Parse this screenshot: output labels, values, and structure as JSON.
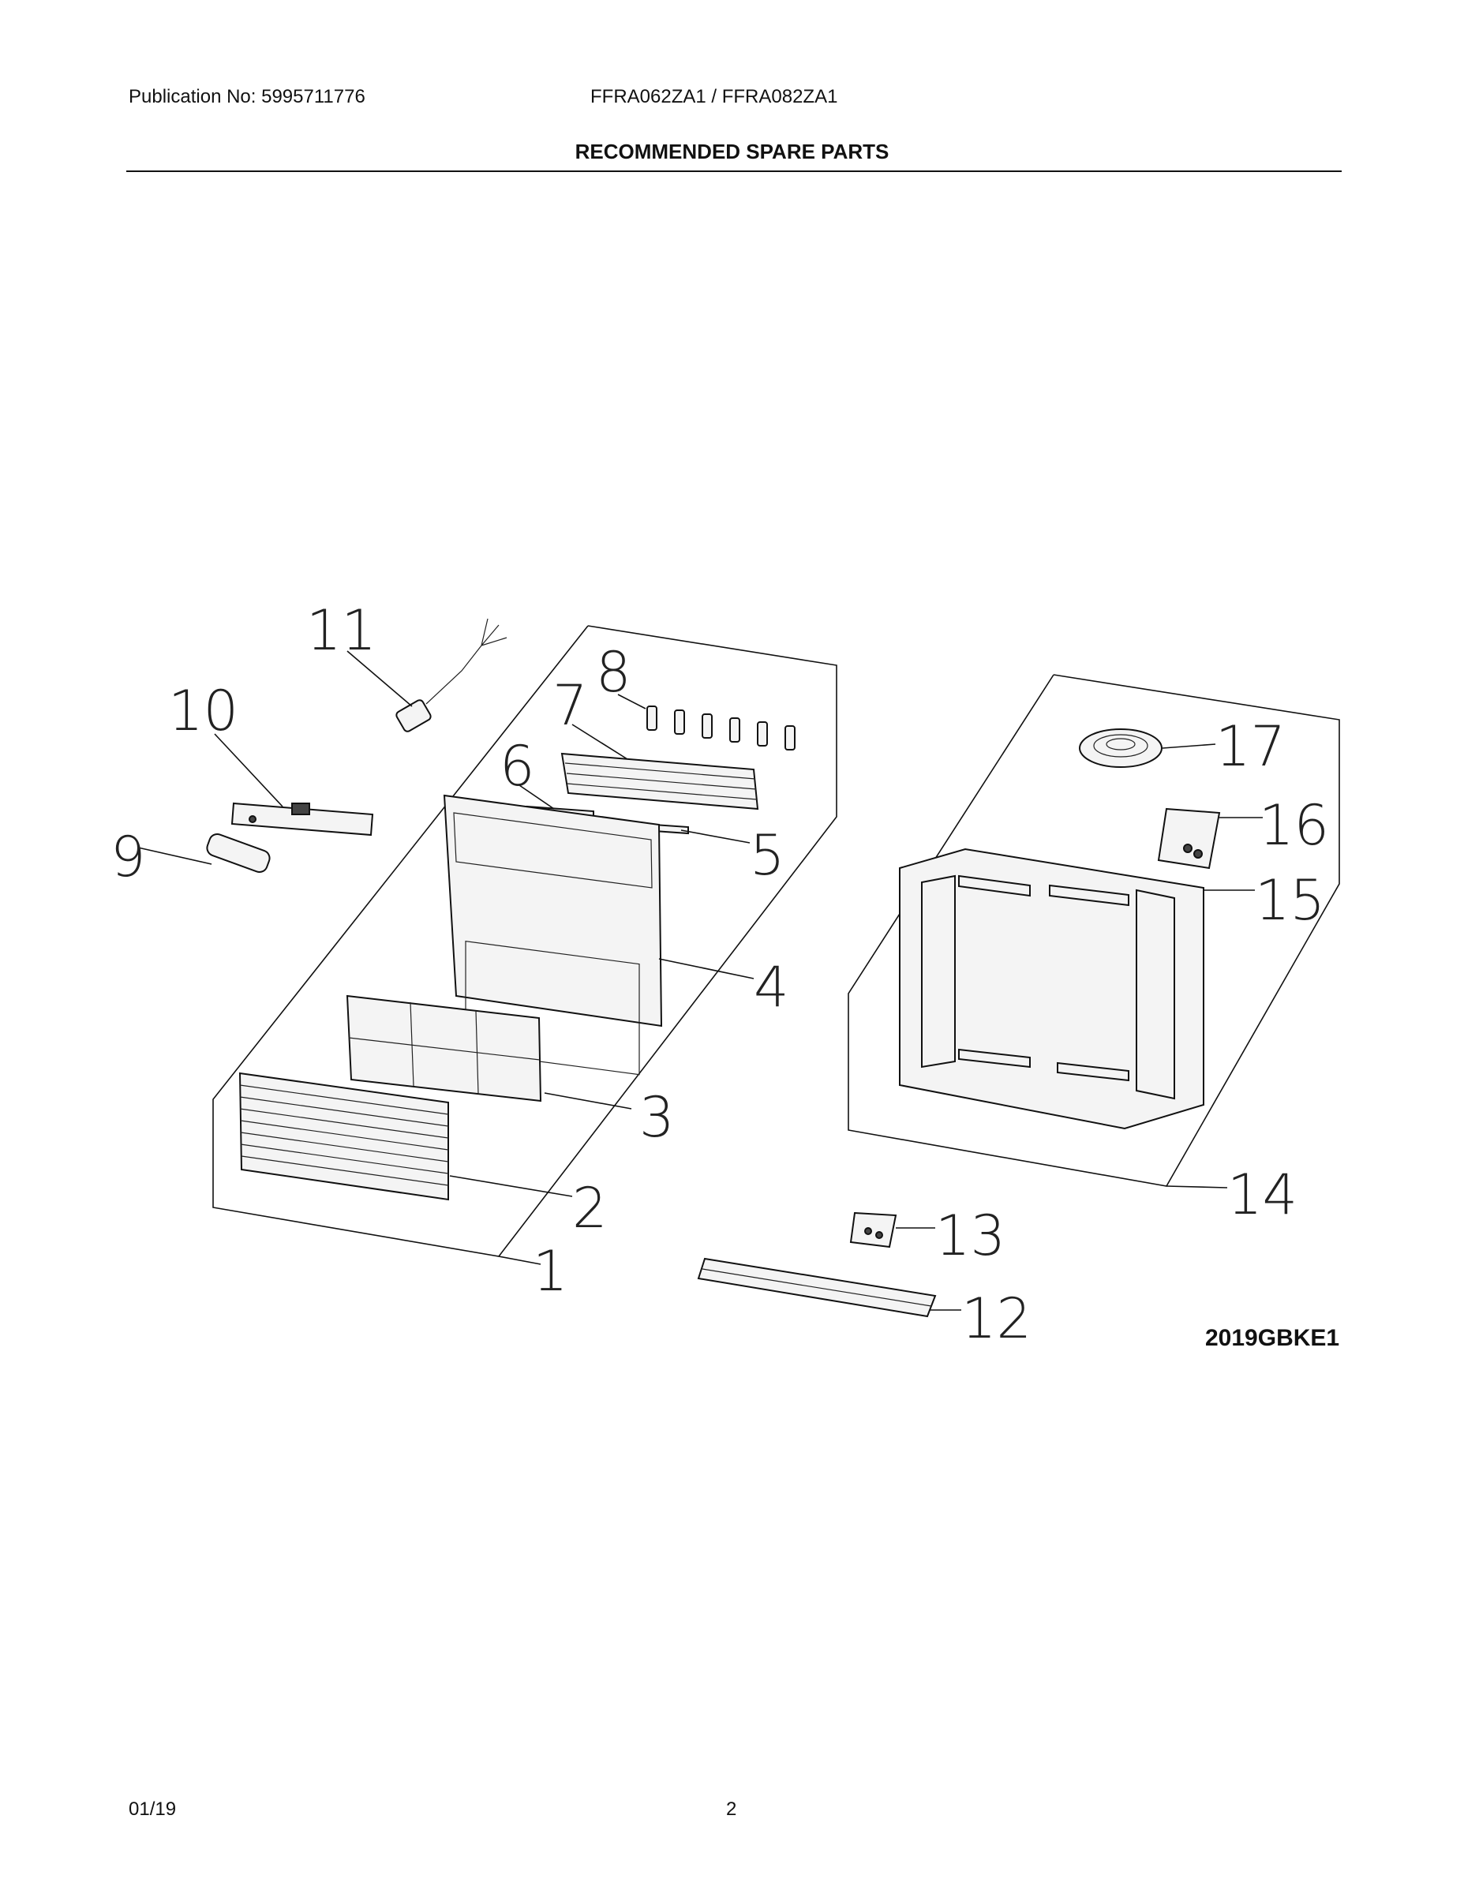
{
  "header": {
    "publication": "Publication No: 5995711776",
    "models": "FFRA062ZA1 / FFRA082ZA1",
    "title": "RECOMMENDED SPARE PARTS"
  },
  "diagram": {
    "callouts": [
      "1",
      "2",
      "3",
      "4",
      "5",
      "6",
      "7",
      "8",
      "9",
      "10",
      "11",
      "12",
      "13",
      "14",
      "15",
      "16",
      "17"
    ],
    "code": "2019GBKE1"
  },
  "footer": {
    "date": "01/19",
    "page": "2"
  }
}
